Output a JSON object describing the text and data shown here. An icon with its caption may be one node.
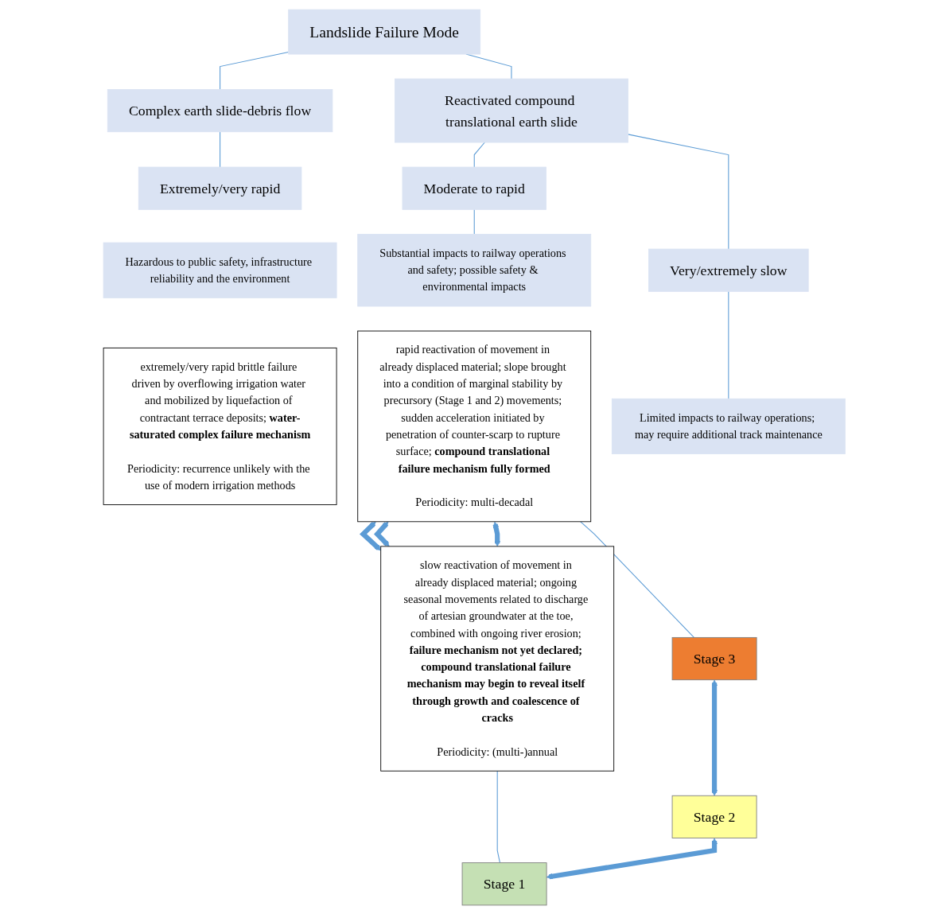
{
  "diagram": {
    "nodes": [
      {
        "text": [
          "Landslide Failure Mode"
        ]
      },
      {
        "text": [
          "Complex earth slide-debris flow"
        ]
      },
      {
        "text": [
          "Reactivated compound translational earth slide"
        ]
      },
      {
        "text": [
          "Extremely/very rapid"
        ]
      },
      {
        "text": [
          "Moderate to rapid"
        ]
      },
      {
        "text": [
          "Very/extremely slow"
        ]
      },
      {
        "text": [
          "Hazardous to public safety, infrastructure reliability and the environment"
        ]
      },
      {
        "text": [
          "Substantial impacts to railway operations and safety; possible safety & environmental impacts"
        ]
      },
      {
        "text": [
          "Limited impacts to railway operations; may require additional track maintenance"
        ]
      },
      {
        "text": [
          "extremely/very rapid brittle failure driven by overflowing irrigation water and mobilized by liquefaction of contractant terrace deposits; **water-saturated complex failure mechanism**",
          "Periodicity: recurrence unlikely with the use of modern irrigation methods"
        ]
      },
      {
        "text": [
          "rapid reactivation of movement in already displaced material; slope brought into a condition of marginal stability by precursory (Stage 1 and 2) movements; sudden acceleration initiated by penetration of counter-scarp to rupture surface; **compound translational failure mechanism fully formed**",
          "Periodicity: multi-decadal"
        ]
      },
      {
        "text": [
          "slow reactivation of movement in already displaced material; ongoing seasonal movements related to discharge of artesian groundwater at the toe, combined with ongoing river erosion; **failure mechanism not yet declared; compound translational failure mechanism may begin to reveal itself through growth and coalescence of cracks**",
          "Periodicity: (multi-)annual"
        ]
      },
      {
        "text": [
          "Stage 3"
        ]
      },
      {
        "text": [
          "Stage 2"
        ]
      },
      {
        "text": [
          "Stage 1"
        ]
      }
    ],
    "edges": [
      {
        "from": 0,
        "to": 1,
        "arrow": "none"
      },
      {
        "from": 0,
        "to": 2,
        "arrow": "none"
      },
      {
        "from": 1,
        "to": 3,
        "arrow": "none"
      },
      {
        "from": 2,
        "to": 4,
        "arrow": "none"
      },
      {
        "from": 2,
        "to": 5,
        "arrow": "none"
      },
      {
        "from": 4,
        "to": 7,
        "arrow": "none"
      },
      {
        "from": 5,
        "to": 8,
        "arrow": "none"
      },
      {
        "from": 10,
        "to": 11,
        "arrow": "both",
        "style": "thick"
      },
      {
        "from": 10,
        "to": 11,
        "arrow": "both",
        "style": "thick"
      },
      {
        "from": 10,
        "to": 11,
        "arrow": "both",
        "style": "thick"
      },
      {
        "from": 10,
        "to": 12,
        "arrow": "none"
      },
      {
        "from": 11,
        "to": 14,
        "arrow": "none"
      },
      {
        "from": 12,
        "to": 13,
        "arrow": "both",
        "style": "thick"
      },
      {
        "from": 13,
        "to": 14,
        "arrow": "both",
        "style": "thick"
      }
    ]
  }
}
